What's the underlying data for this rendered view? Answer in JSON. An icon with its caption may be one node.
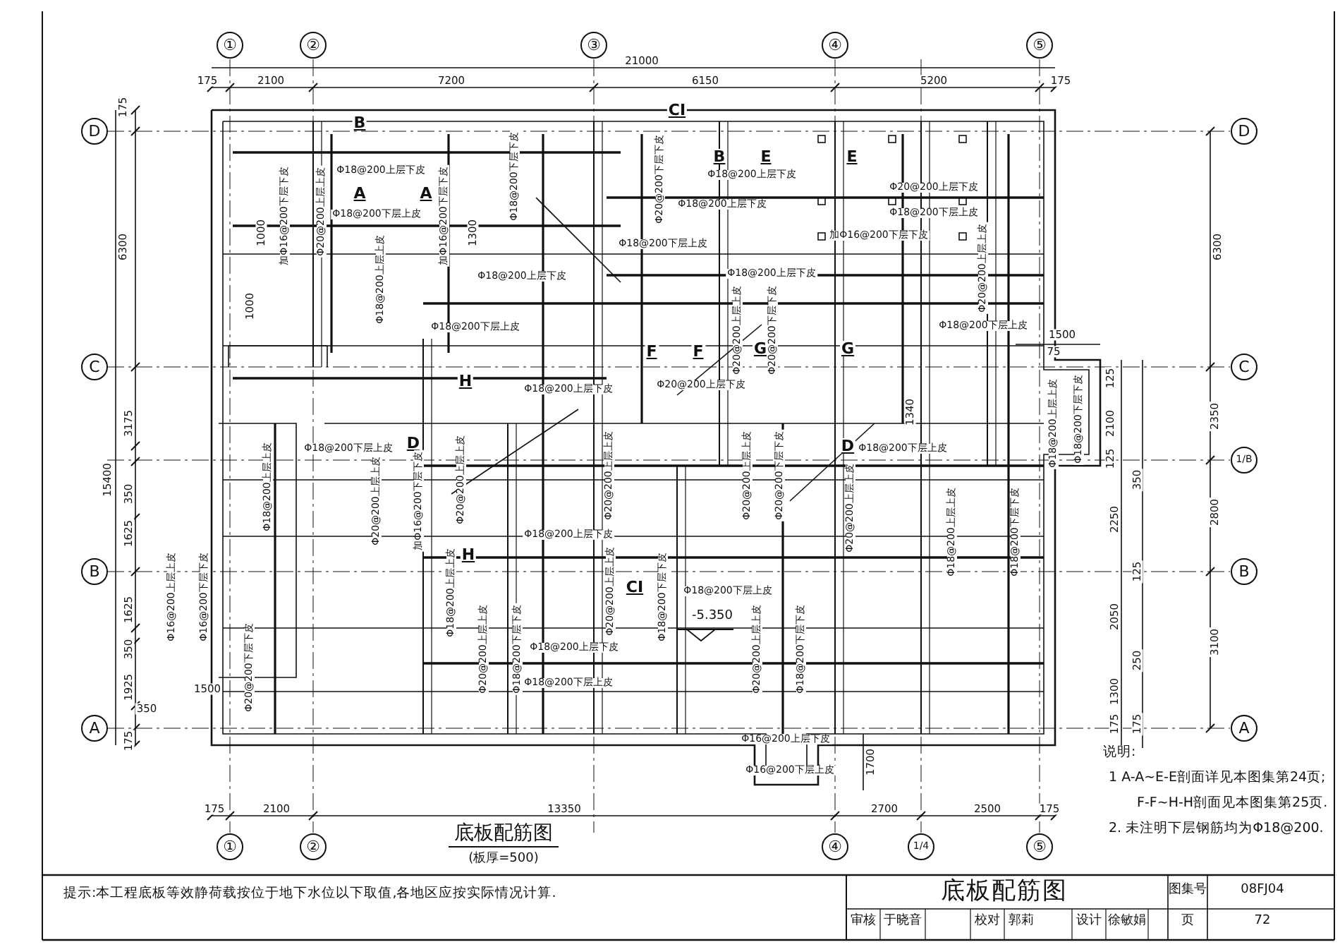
{
  "diagram": {
    "title": "底板配筋图",
    "caption": "(板厚=500)",
    "labels": [
      "①",
      "②",
      "③",
      "④",
      "⑤",
      "21000",
      "175",
      "2100",
      "7200",
      "6150",
      "5200",
      "175",
      "D",
      "D",
      "CI",
      "175",
      "6300",
      "6300",
      "B",
      "A",
      "A",
      "B",
      "E",
      "E",
      "Φ18@200上层下皮",
      "Φ18@200下层上皮",
      "Φ18@200上层下皮",
      "Φ18@200上层下皮",
      "Φ20@200上层下皮",
      "Φ18@200下层上皮",
      "加Φ16@200下层下皮",
      "Φ18@200下层上皮",
      "Φ18@200上层下皮",
      "Φ18@200上层下皮",
      "Φ18@200下层上皮",
      "Φ18@200下层上皮",
      "加Φ16@200下层下皮",
      "Φ20@200上层上皮",
      "1000",
      "Φ18@200上层上皮",
      "加Φ16@200下层下皮",
      "1300",
      "Φ18@200下层下皮",
      "Φ20@200下层下皮",
      "Φ20@200上层上皮",
      "1000",
      "C",
      "C",
      "1500",
      "75",
      "F",
      "F",
      "G",
      "G",
      "Φ20@200上层上皮",
      "Φ20@200下层下皮",
      "H",
      "Φ18@200上层下皮",
      "Φ20@200上层下皮",
      "Φ18@200下层上皮",
      "D",
      "D",
      "Φ18@200下层上皮",
      "3175",
      "15400",
      "Φ18@200上层上皮",
      "Φ18@200下层下皮",
      "2100",
      "2350",
      "1/B",
      "350",
      "1625",
      "Φ18@200上层上皮",
      "Φ20@200上层上皮",
      "加Φ16@200下层下皮",
      "Φ20@200上层上皮",
      "Φ20@200上层上皮",
      "Φ20@200上层上皮",
      "Φ20@200下层下皮",
      "Φ20@200上层上皮",
      "Φ18@200上层上皮",
      "Φ18@200下层下皮",
      "Φ18@200上层下皮",
      "2250",
      "2800",
      "B",
      "B",
      "H",
      "CI",
      "Φ18@200下层上皮",
      "Φ16@200上层上皮",
      "Φ16@200下层下皮",
      "Φ18@200上层上皮",
      "Φ20@200上层上皮",
      "Φ18@200下层下皮",
      "1625",
      "-5.350",
      "2050",
      "350",
      "Φ20@200下层下皮",
      "Φ20@200上层上皮",
      "Φ18@200下层下皮",
      "Φ18@200上层下皮",
      "Φ20@200上层上皮",
      "Φ18@200下层下皮",
      "3100",
      "Φ18@200下层上皮",
      "1925",
      "1500",
      "1300",
      "350",
      "A",
      "A",
      "175",
      "175",
      "Φ16@200上层下皮",
      "Φ16@200下层上皮",
      "1700",
      "说明:",
      "1  A-A~E-E剖面详见本图集第24页;",
      "F-F~H-H剖面见本图集第25页.",
      "2. 未注明下层钢筋均为Φ18@200.",
      "175",
      "2100",
      "13350",
      "2700",
      "2500",
      "175",
      "①",
      "②",
      "④",
      "1/4",
      "⑤",
      "提示:本工程底板等效静荷载按位于地下水位以下取值,各地区应按实际情况计算.",
      "图集号",
      "08FJ04",
      "审核",
      "于晓音",
      "校对",
      "郭莉",
      "设计",
      "徐敏娟",
      "页",
      "72",
      "底板配筋图",
      "125",
      "125",
      "350",
      "125",
      "250",
      "175",
      "1340"
    ]
  }
}
